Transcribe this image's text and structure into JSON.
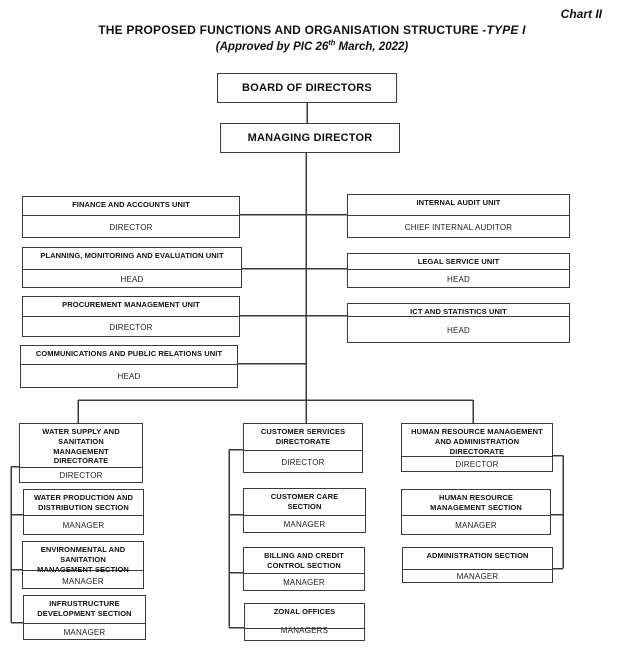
{
  "header": {
    "chart_label": "Chart II",
    "title_main": "THE PROPOSED FUNCTIONS AND ORGANISATION STRUCTURE ",
    "title_suffix": "-TYPE I",
    "subtitle_pre": "(Approved by PIC 26",
    "subtitle_sup": "th",
    "subtitle_post": " March, 2022)"
  },
  "top": {
    "board": {
      "label": "BOARD OF DIRECTORS"
    },
    "managing_director": {
      "label": "MANAGING DIRECTOR"
    }
  },
  "left_units": [
    {
      "title": "FINANCE AND ACCOUNTS UNIT",
      "role": "DIRECTOR"
    },
    {
      "title": "PLANNING, MONITORING AND EVALUATION UNIT",
      "role": "HEAD"
    },
    {
      "title": "PROCUREMENT MANAGEMENT UNIT",
      "role": "DIRECTOR"
    },
    {
      "title": "COMMUNICATIONS AND PUBLIC RELATIONS UNIT",
      "role": "HEAD"
    }
  ],
  "right_units": [
    {
      "title": "INTERNAL AUDIT UNIT",
      "role": "CHIEF INTERNAL AUDITOR"
    },
    {
      "title": "LEGAL SERVICE UNIT",
      "role": "HEAD"
    },
    {
      "title": "ICT AND STATISTICS UNIT",
      "role": "HEAD"
    }
  ],
  "directorates": [
    {
      "title": "WATER SUPPLY AND\nSANITATION\nMANAGEMENT\nDIRECTORATE",
      "role": "DIRECTOR"
    },
    {
      "title": "CUSTOMER SERVICES\nDIRECTORATE",
      "role": "DIRECTOR"
    },
    {
      "title": "HUMAN RESOURCE MANAGEMENT\nAND ADMINISTRATION\nDIRECTORATE",
      "role": "DIRECTOR"
    }
  ],
  "water_sections": [
    {
      "title": "WATER PRODUCTION AND\nDISTRIBUTION SECTION",
      "role": "MANAGER"
    },
    {
      "title": "ENVIRONMENTAL AND\nSANITATION\nMANAGEMENT SECTION",
      "role": "MANAGER"
    },
    {
      "title": "INFRUSTRUCTURE\nDEVELOPMENT SECTION",
      "role": "MANAGER"
    }
  ],
  "customer_sections": [
    {
      "title": "CUSTOMER CARE\nSECTION",
      "role": "MANAGER"
    },
    {
      "title": "BILLING AND CREDIT\nCONTROL SECTION",
      "role": "MANAGER"
    },
    {
      "title": "ZONAL OFFICES",
      "role": "MANAGERS"
    }
  ],
  "hr_sections": [
    {
      "title": "HUMAN RESOURCE\nMANAGEMENT SECTION",
      "role": "MANAGER"
    },
    {
      "title": "ADMINISTRATION SECTION",
      "role": "MANAGER"
    }
  ],
  "colors": {
    "background": "#ffffff",
    "line": "#3a3a3a",
    "text": "#111111"
  }
}
